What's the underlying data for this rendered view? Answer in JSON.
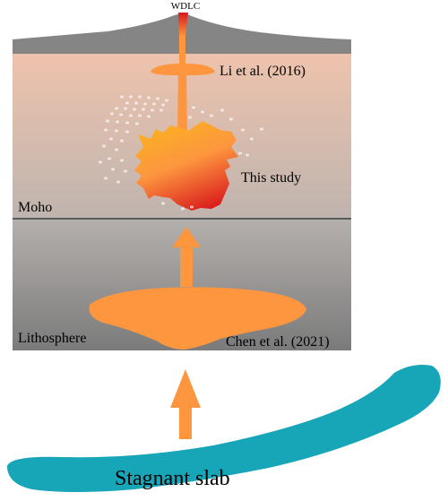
{
  "labels": {
    "volcano": "WDLC",
    "upper_chamber": "Li et al. (2016)",
    "main_chamber": "This study",
    "moho": "Moho",
    "lithosphere": "Lithosphere",
    "lower_source": "Chen et al. (2021)",
    "slab": "Stagnant slab"
  },
  "colors": {
    "surface": "#858585",
    "crust_top": "#eec3ad",
    "crust_bottom": "#bfb4ae",
    "lithosphere_top": "#b5b0ad",
    "lithosphere_bottom": "#7b7b7b",
    "moho_line": "#5b5b5b",
    "melt_orange": "#fd963f",
    "melt_yellow": "#fbb022",
    "melt_red": "#d8171b",
    "slab": "#17a5b8"
  }
}
